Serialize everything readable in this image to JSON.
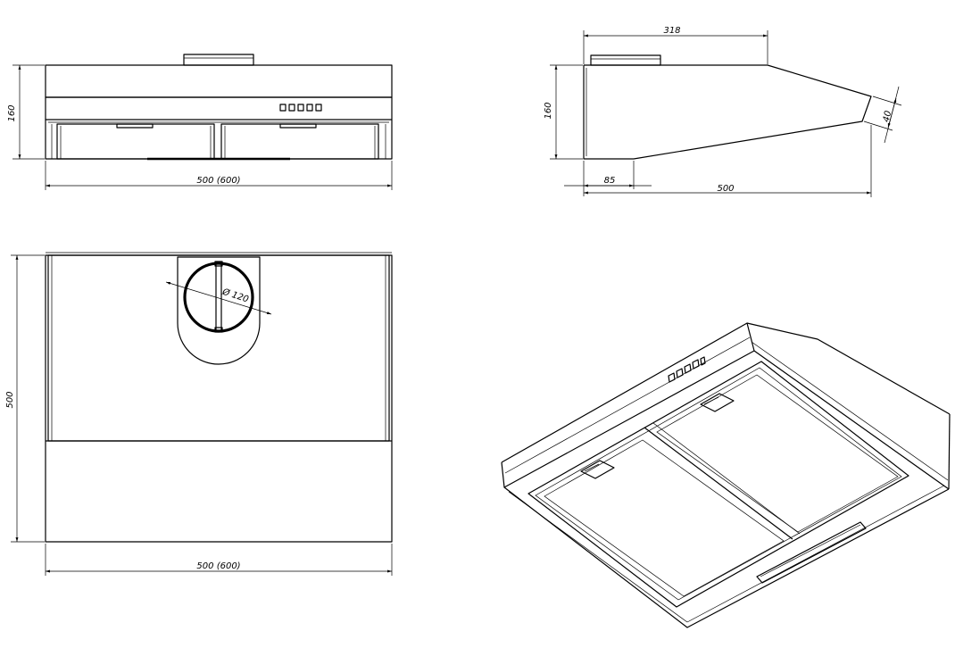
{
  "front_view": {
    "height_dim": "160",
    "width_dim": "500 (600)"
  },
  "side_view": {
    "top_depth_dim": "318",
    "height_dim": "160",
    "front_edge_dim": "40",
    "offset_dim": "85",
    "depth_dim": "500"
  },
  "top_view": {
    "diameter_dim": "Ø 120",
    "depth_dim": "500",
    "width_dim": "500 (600)"
  },
  "colors": {
    "line": "#000000",
    "background": "#ffffff"
  }
}
